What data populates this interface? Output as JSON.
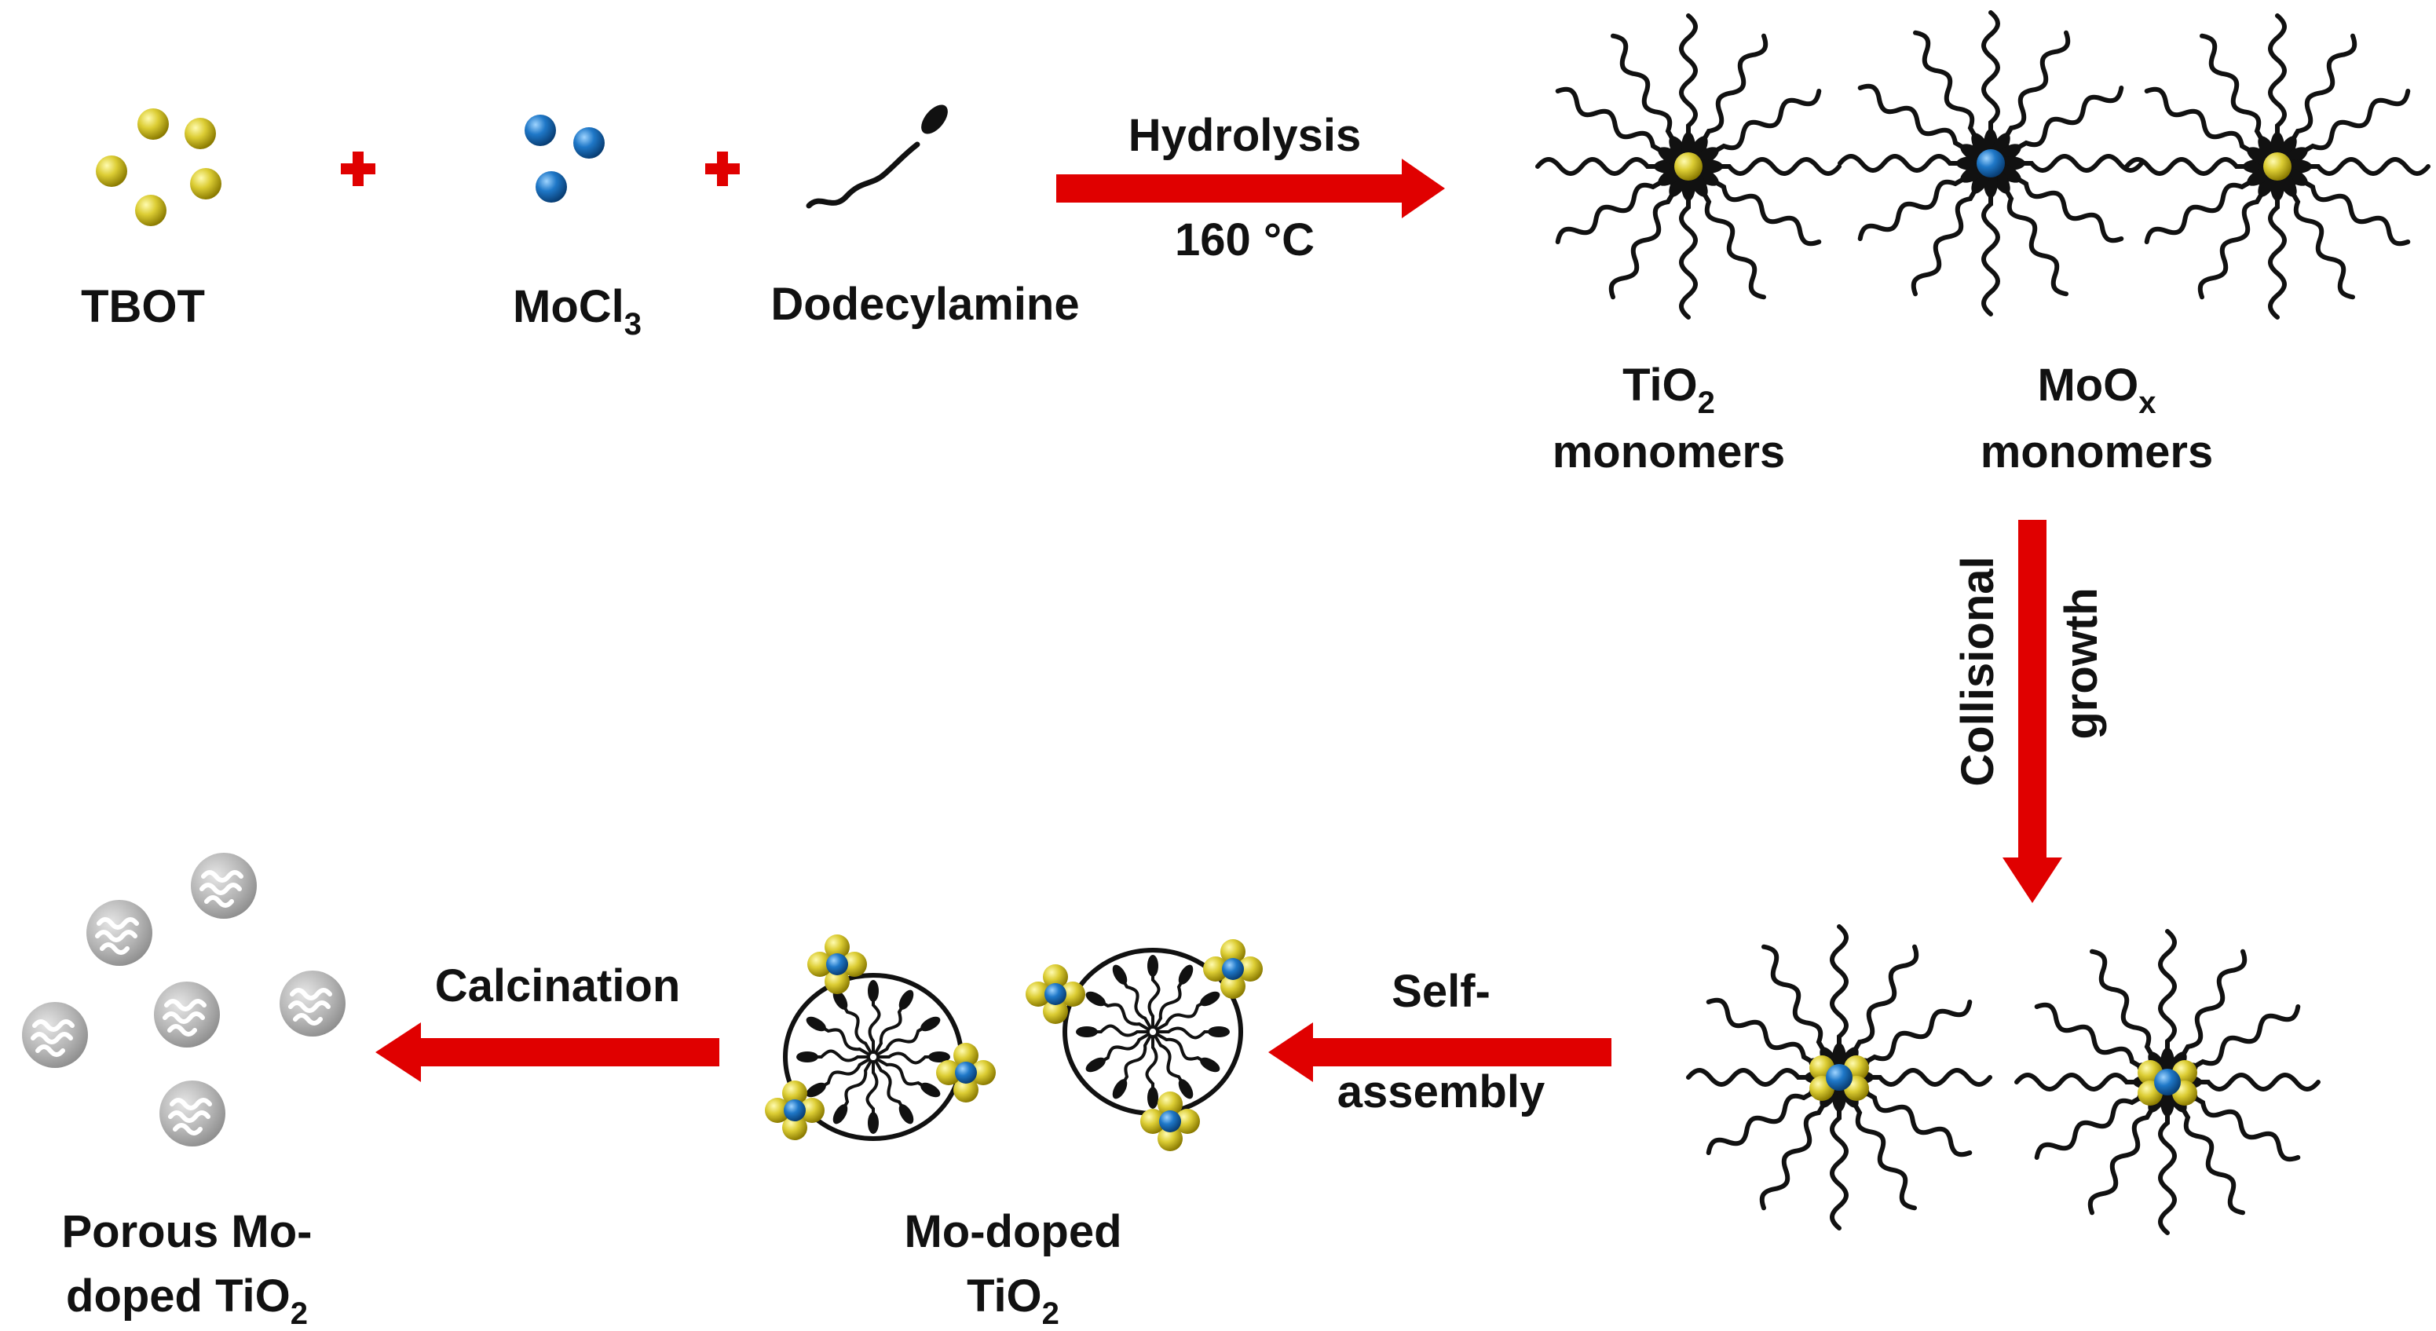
{
  "labels": {
    "tbot": "TBOT",
    "mocl3_main": "MoCl",
    "mocl3_sub": "3",
    "dodecylamine": "Dodecylamine",
    "hydrolysis": "Hydrolysis",
    "temperature": "160 °C",
    "tio2_monomers_main": "TiO",
    "tio2_monomers_sub": "2",
    "tio2_monomers_line2": "monomers",
    "moox_monomers_main": "MoO",
    "moox_monomers_sub": "x",
    "moox_monomers_line2": "monomers",
    "collisional": "Collisional",
    "growth": "growth",
    "self_line1": "Self-",
    "self_line2": "assembly",
    "calcination": "Calcination",
    "modoped_line1": "Mo-doped",
    "modoped_line2_main": "TiO",
    "modoped_line2_sub": "2",
    "porous_line1": "Porous Mo-",
    "porous_line2_main": "doped TiO",
    "porous_line2_sub": "2"
  },
  "colors": {
    "arrow": "#e00000",
    "plus": "#e00000",
    "ti_sphere": "#d4c832",
    "mo_sphere": "#1f78c8",
    "surfactant": "#111111",
    "porous_particle": "#b4b4b4"
  }
}
